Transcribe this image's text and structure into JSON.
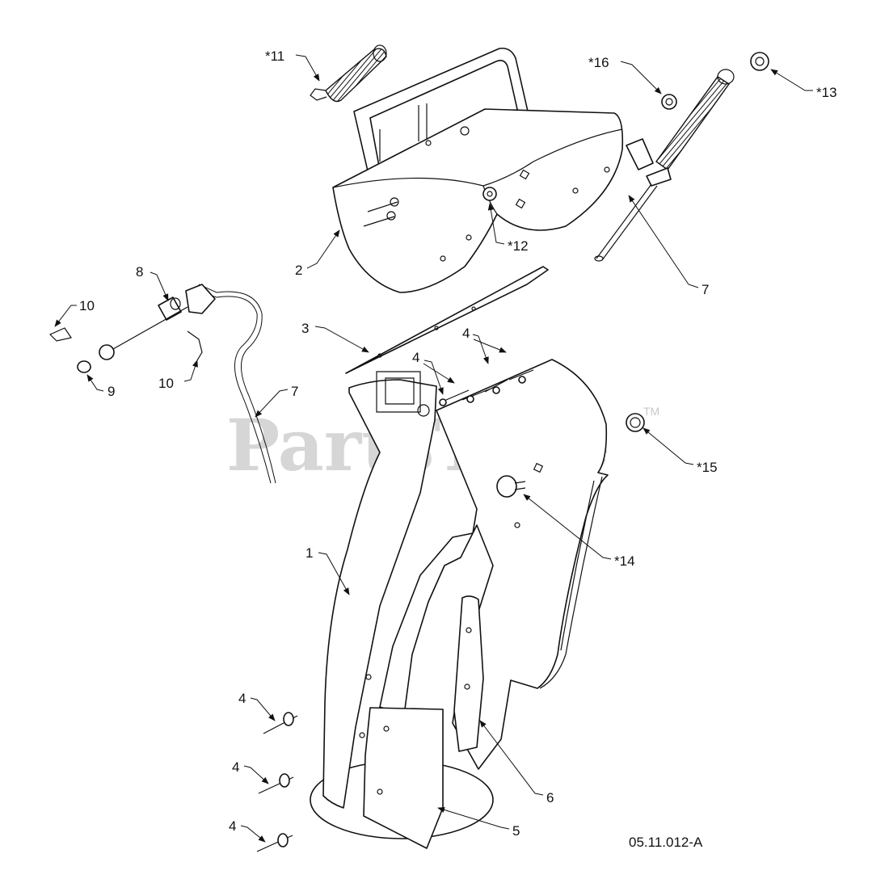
{
  "watermark": {
    "text": "PartsTree",
    "tm": "TM"
  },
  "figure_code": "05.11.012-A",
  "callouts": {
    "c11": "*11",
    "c16": "*16",
    "c13": "*13",
    "c12": "*12",
    "c2": "2",
    "c7a": "7",
    "c8": "8",
    "c10a": "10",
    "c3": "3",
    "c4a": "4",
    "c4b": "4",
    "c10b": "10",
    "c9": "9",
    "c7b": "7",
    "c15": "*15",
    "c1": "1",
    "c14": "*14",
    "c4c": "4",
    "c4d": "4",
    "c4e": "4",
    "c6": "6",
    "c5": "5"
  }
}
